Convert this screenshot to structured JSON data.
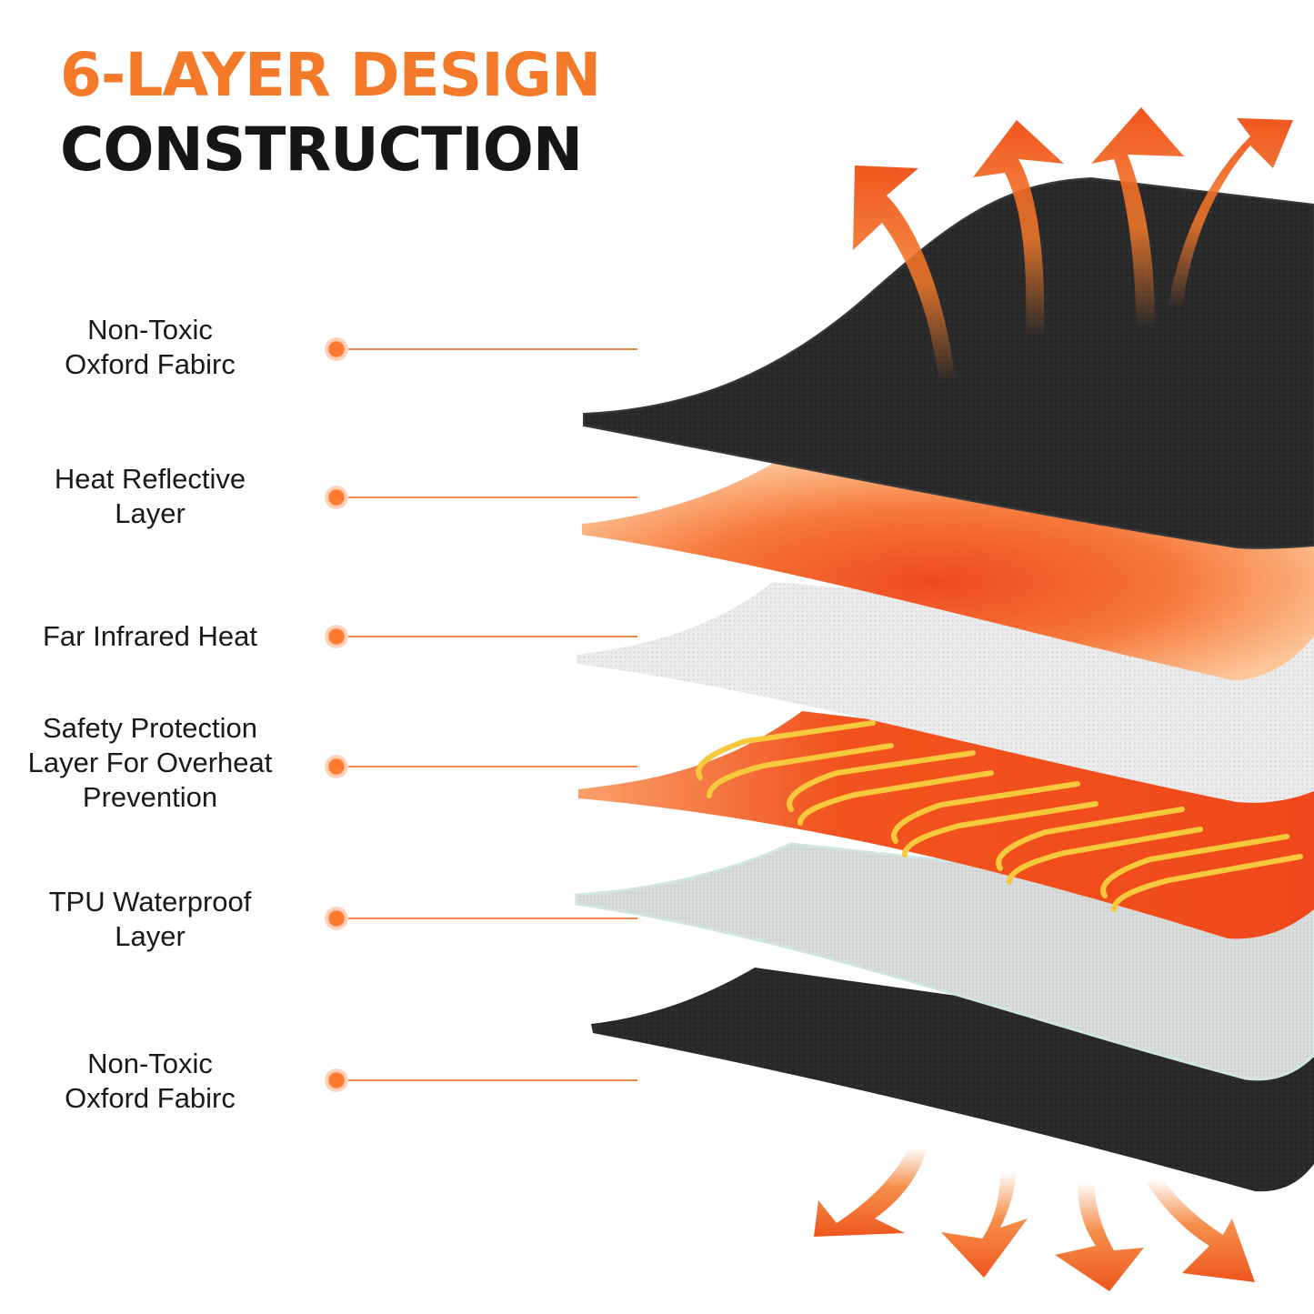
{
  "header": {
    "title_line1": "6-LAYER DESIGN",
    "title_line2": "CONSTRUCTION"
  },
  "layers": [
    {
      "label_line1": "Non-Toxic",
      "label_line2": "Oxford Fabirc"
    },
    {
      "label_line1": "Heat Reflective",
      "label_line2": "Layer"
    },
    {
      "label_line1": "Far Infrared Heat"
    },
    {
      "label_line1": "Safety Protection",
      "label_line2": "Layer For Overheat",
      "label_line3": "Prevention"
    },
    {
      "label_line1": "TPU Waterproof",
      "label_line2": "Layer"
    },
    {
      "label_line1": "Non-Toxic",
      "label_line2": "Oxford Fabirc"
    }
  ],
  "colors": {
    "accent": "#f47a2a",
    "title_dark": "#161616",
    "fabric": "#2b2b2b",
    "heating": "#f25a1e",
    "wire": "#f8c93c",
    "mesh": "#e6e6e6"
  },
  "icons": [
    "heat-arrow-up-icon",
    "heat-arrow-down-icon"
  ]
}
